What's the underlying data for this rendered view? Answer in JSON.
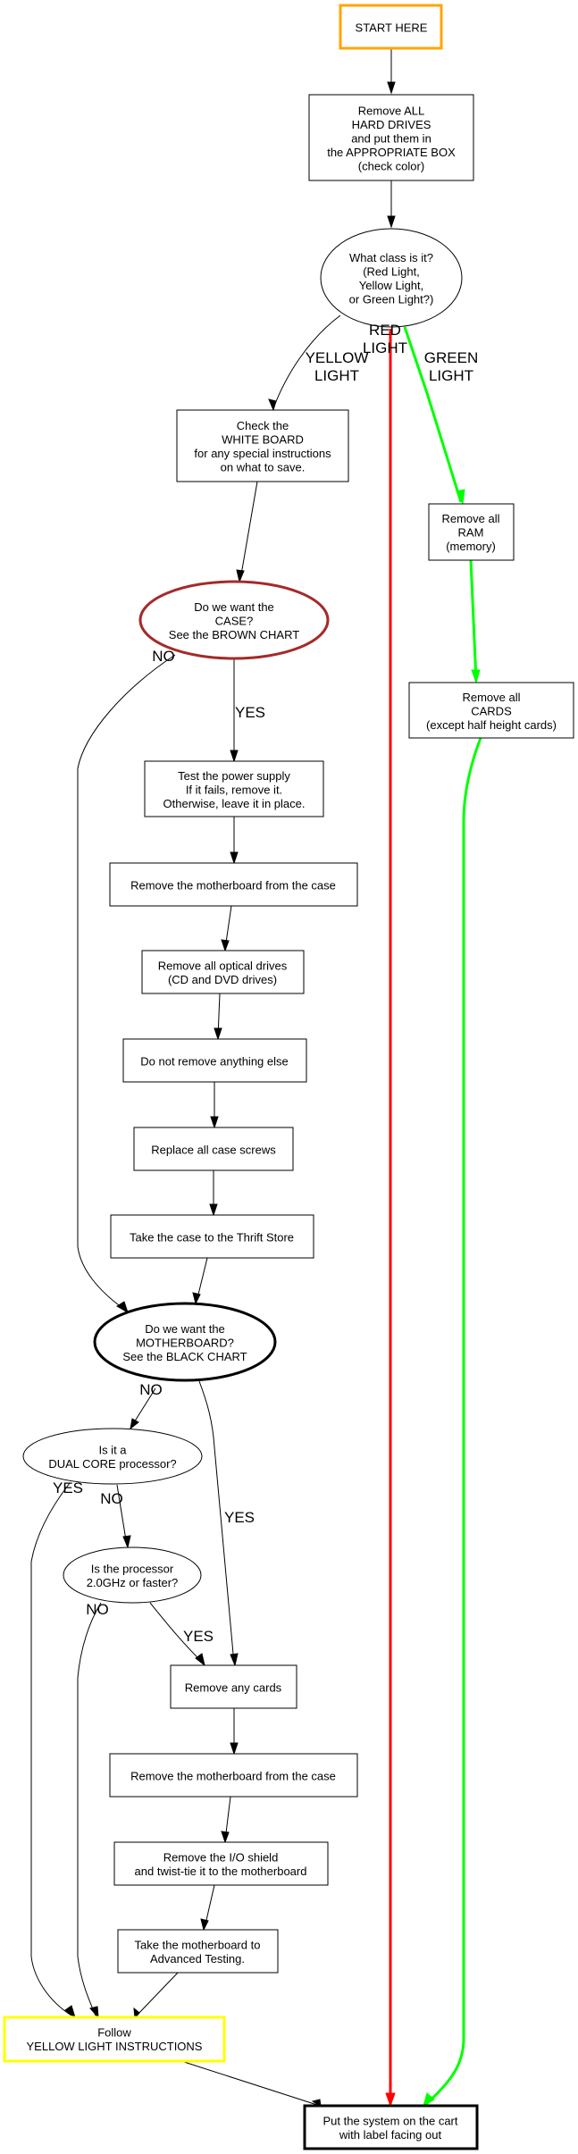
{
  "diagram": {
    "colors": {
      "start_border": "#FFA500",
      "case_border": "#A52A2A",
      "red_path": "#FF0000",
      "green_path": "#00FF00",
      "yellow_border": "#FFFF00",
      "default": "#000000"
    },
    "nodes": {
      "start": {
        "lines": [
          "START HERE"
        ]
      },
      "hard_drives": {
        "lines": [
          "Remove ALL",
          "HARD DRIVES",
          "and put them in",
          "the APPROPRIATE BOX",
          "(check color)"
        ]
      },
      "class_question": {
        "lines": [
          "What class is it?",
          "(Red Light,",
          "Yellow Light,",
          "or Green Light?)"
        ]
      },
      "white_board": {
        "lines": [
          "Check the",
          "WHITE BOARD",
          "for any special instructions",
          "on what to save."
        ]
      },
      "remove_ram": {
        "lines": [
          "Remove all",
          "RAM",
          "(memory)"
        ]
      },
      "remove_cards_green": {
        "lines": [
          "Remove all",
          "CARDS",
          "(except half height cards)"
        ]
      },
      "case_question": {
        "lines": [
          "Do we want the",
          "CASE?",
          "See the BROWN CHART"
        ]
      },
      "power_supply": {
        "lines": [
          "Test the power supply",
          "If it fails, remove it.",
          "Otherwise, leave it in place."
        ]
      },
      "remove_mb_case_1": {
        "lines": [
          "Remove the motherboard from the case"
        ]
      },
      "optical": {
        "lines": [
          "Remove all optical drives",
          "(CD and DVD drives)"
        ]
      },
      "nothing_else": {
        "lines": [
          "Do not remove anything else"
        ]
      },
      "screws": {
        "lines": [
          "Replace all case screws"
        ]
      },
      "thrift": {
        "lines": [
          "Take the case to the Thrift Store"
        ]
      },
      "mb_question": {
        "lines": [
          "Do we want the",
          "MOTHERBOARD?",
          "See the BLACK CHART"
        ]
      },
      "dual_core": {
        "lines": [
          "Is it a",
          "DUAL CORE processor?"
        ]
      },
      "processor_speed": {
        "lines": [
          "Is the processor",
          "2.0GHz or faster?"
        ]
      },
      "remove_any_cards": {
        "lines": [
          "Remove any cards"
        ]
      },
      "remove_mb_case_2": {
        "lines": [
          "Remove the motherboard from the case"
        ]
      },
      "io_shield": {
        "lines": [
          "Remove the I/O shield",
          "and twist-tie it to the motherboard"
        ]
      },
      "advanced_testing": {
        "lines": [
          "Take the motherboard to",
          "Advanced Testing."
        ]
      },
      "yellow_instructions": {
        "lines": [
          "Follow",
          "YELLOW LIGHT INSTRUCTIONS"
        ]
      },
      "cart": {
        "lines": [
          "Put the system on the cart",
          "with label facing out"
        ]
      }
    },
    "edge_labels": {
      "red": [
        "RED",
        "LIGHT"
      ],
      "yellow": [
        "YELLOW",
        "LIGHT"
      ],
      "green": [
        "GREEN",
        "LIGHT"
      ],
      "case_no": [
        "NO"
      ],
      "case_yes": [
        "YES"
      ],
      "mb_no": [
        "NO"
      ],
      "mb_yes": [
        "YES"
      ],
      "dual_yes": [
        "YES"
      ],
      "dual_no": [
        "NO"
      ],
      "speed_no": [
        "NO"
      ],
      "speed_yes": [
        "YES"
      ]
    }
  }
}
